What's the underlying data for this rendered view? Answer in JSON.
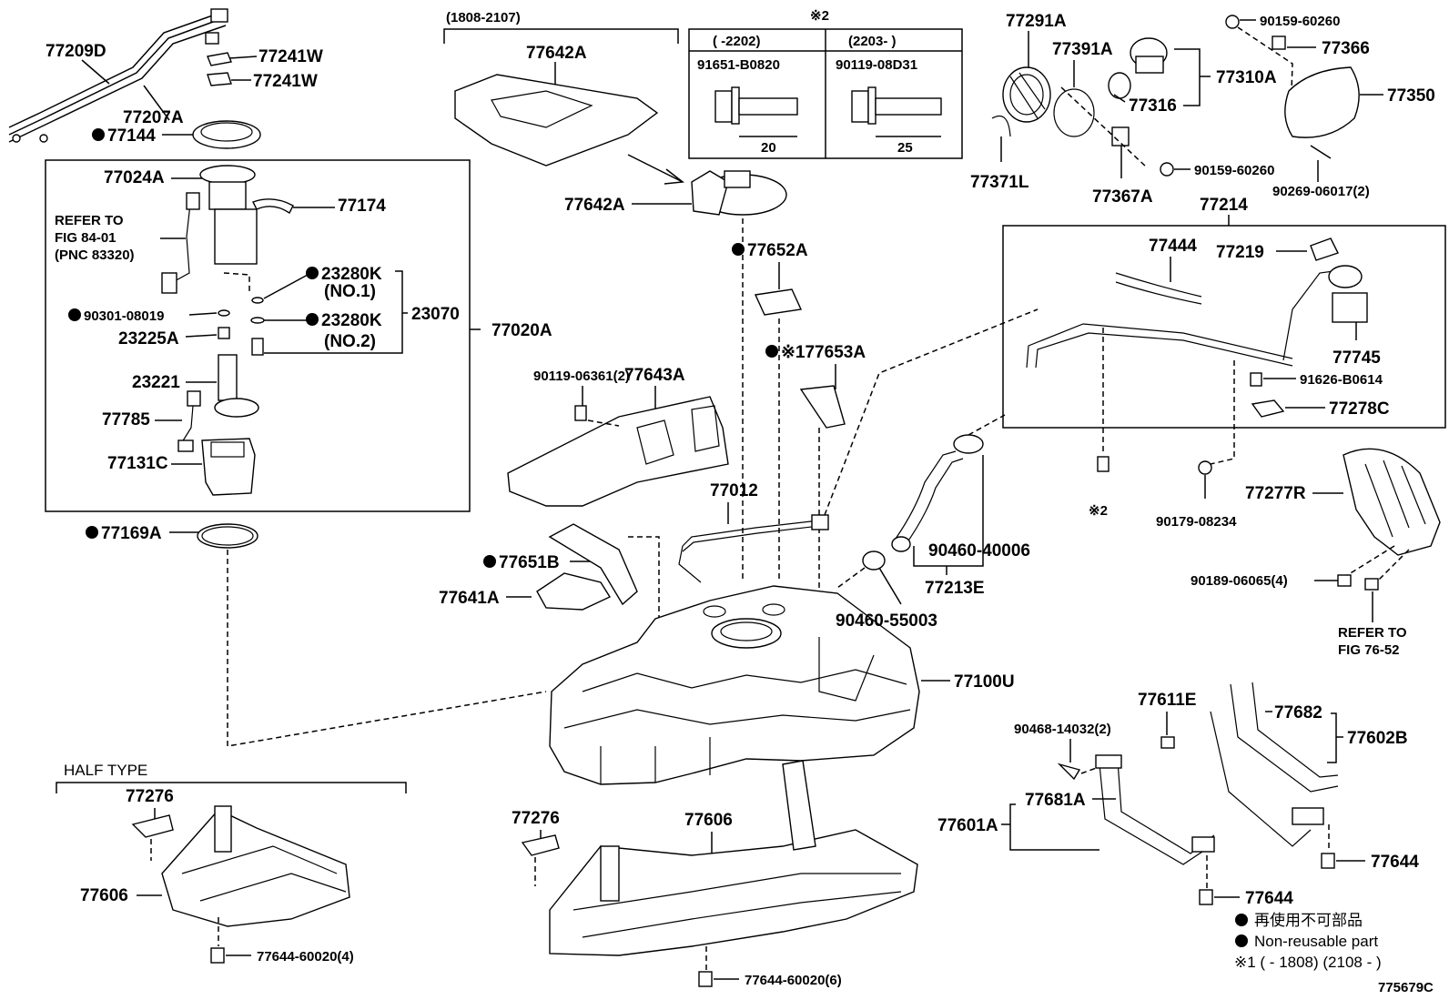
{
  "diagram_code": "775679C",
  "labels": {
    "p77209D": "77209D",
    "p77241W_a": "77241W",
    "p77241W_b": "77241W",
    "p77207A": "77207A",
    "p77144": "77144",
    "p77024A": "77024A",
    "p77174": "77174",
    "refer_a1": "REFER TO",
    "refer_a2": "FIG 84-01",
    "refer_a3": "(PNC 83320)",
    "p23280K_1": "23280K",
    "p23280K_1s": "(NO.1)",
    "p23280K_2": "23280K",
    "p23280K_2s": "(NO.2)",
    "p90301": "90301-08019",
    "p23070": "23070",
    "p77020A": "77020A",
    "p23225A": "23225A",
    "p23221": "23221",
    "p77785": "77785",
    "p77131C": "77131C",
    "p77169A": "77169A",
    "range_top": "(1808-2107)",
    "p77642A_a": "77642A",
    "p77642A_b": "77642A",
    "note2_hdr": "※2",
    "col1_range": "(     -2202)",
    "col2_range": "(2203-     )",
    "col1_part": "91651-B0820",
    "col2_part": "90119-08D31",
    "col1_len": "20",
    "col2_len": "25",
    "p77652A": "77652A",
    "p77653A": "※177653A",
    "p90119_06361": "90119-06361(2)",
    "p77643A": "77643A",
    "p77012": "77012",
    "p77651B": "77651B",
    "p77641A": "77641A",
    "p77100U": "77100U",
    "p77291A": "77291A",
    "p77391A": "77391A",
    "p77310A": "77310A",
    "p77316": "77316",
    "p77371L": "77371L",
    "p77367A": "77367A",
    "p90159_a": "90159-60260",
    "p77366": "77366",
    "p77350": "77350",
    "p90159_b": "90159-60260",
    "p90269": "90269-06017(2)",
    "p77214": "77214",
    "p77444": "77444",
    "p77219": "77219",
    "p77745": "77745",
    "p91626": "91626-B0614",
    "p77278C": "77278C",
    "note2_small": "※2",
    "p90179": "90179-08234",
    "p77277R": "77277R",
    "p90189": "90189-06065(4)",
    "refer_b1": "REFER TO",
    "refer_b2": "FIG 76-52",
    "p90460_40006": "90460-40006",
    "p77213E": "77213E",
    "p90460_55003": "90460-55003",
    "half_type": "HALF TYPE",
    "p77276_a": "77276",
    "p77606_a": "77606",
    "p77644_60020_4": "77644-60020(4)",
    "p77276_b": "77276",
    "p77606_b": "77606",
    "p77644_60020_6": "77644-60020(6)",
    "p77611E": "77611E",
    "p90468": "90468-14032(2)",
    "p77682": "77682",
    "p77602B": "77602B",
    "p77681A": "77681A",
    "p77601A": "77601A",
    "p77644_a": "77644",
    "p77644_b": "77644",
    "legend_jp": "再使用不可部品",
    "legend_en": "Non-reusable part",
    "legend_note": "※1 (    - 1808) (2108 -    )"
  }
}
